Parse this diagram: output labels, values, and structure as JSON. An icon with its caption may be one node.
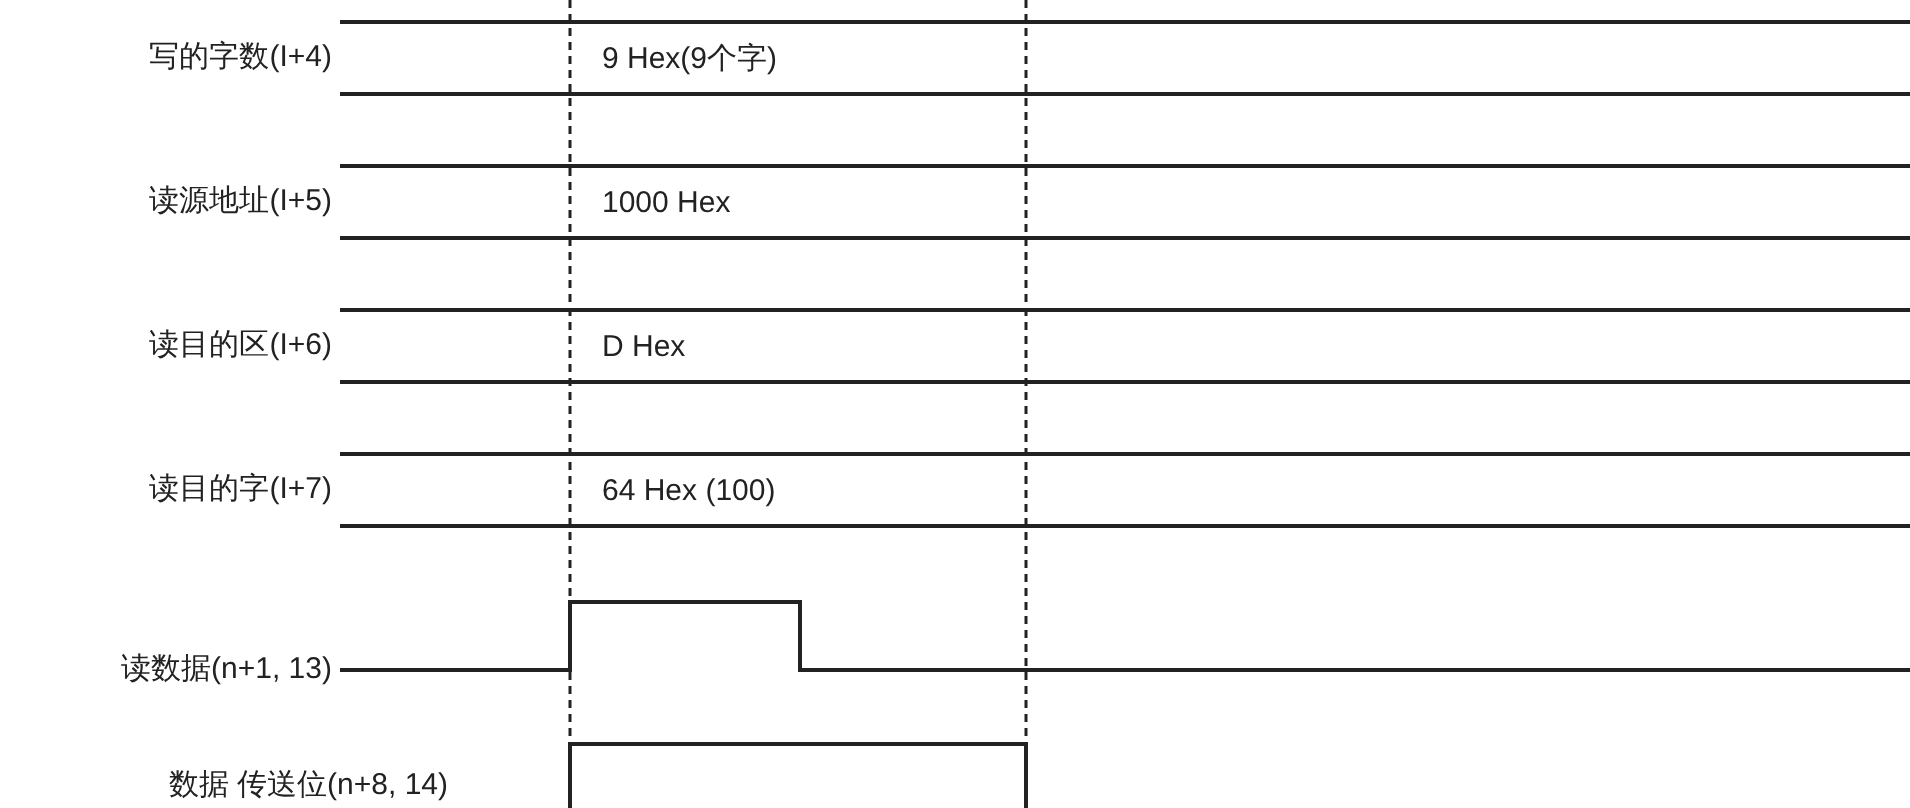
{
  "diagram": {
    "labels": [
      "写的字数(I+4)",
      "9 Hex(9个字)",
      "读源地址(I+5)",
      "1000 Hex",
      "读目的区(I+6)",
      "D Hex",
      "读目的字(I+7)",
      "64 Hex (100)",
      "读数据(n+1, 13)",
      "数据 传送位(n+8, 14)"
    ]
  }
}
